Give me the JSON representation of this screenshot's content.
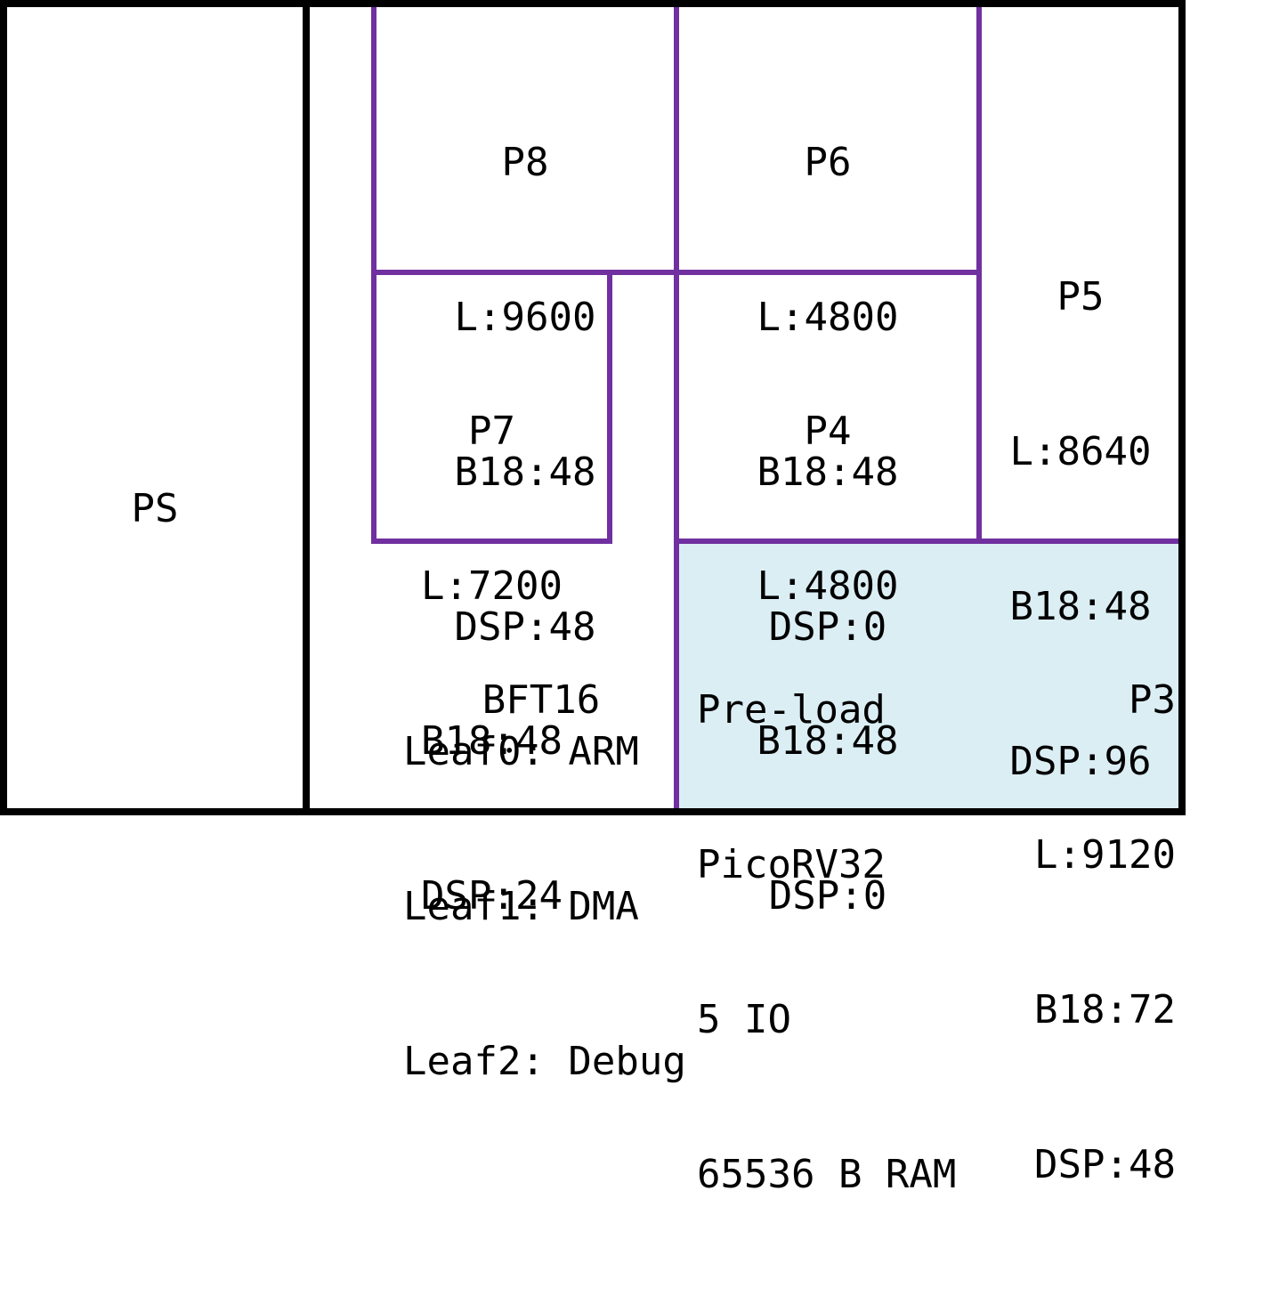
{
  "colors": {
    "outer_border": "#000000",
    "partition_border": "#7030a0",
    "p3_fill": "#dbeef4",
    "background": "#ffffff"
  },
  "ps": {
    "label": "PS"
  },
  "partitions": {
    "p8": {
      "name": "P8",
      "luts": "L:9600",
      "bram": "B18:48",
      "dsp": "DSP:48"
    },
    "p6": {
      "name": "P6",
      "luts": "L:4800",
      "bram": "B18:48",
      "dsp": "DSP:0"
    },
    "p5": {
      "name": "P5",
      "luts": "L:8640",
      "bram": "B18:48",
      "dsp": "DSP:96"
    },
    "p7": {
      "name": "P7",
      "luts": "L:7200",
      "bram": "B18:48",
      "dsp": "DSP:24"
    },
    "p4": {
      "name": "P4",
      "luts": "L:4800",
      "bram": "B18:48",
      "dsp": "DSP:0"
    },
    "p3": {
      "name": "P3",
      "luts": "L:9120",
      "bram": "B18:72",
      "dsp": "DSP:48"
    }
  },
  "bft": {
    "title": "BFT16",
    "leaf0": "Leaf0: ARM",
    "leaf1": "Leaf1: DMA",
    "leaf2": "Leaf2: Debug"
  },
  "preload": {
    "line1": "Pre-load",
    "line2": "PicoRV32",
    "line3": "5 IO",
    "line4": "65536 B RAM"
  }
}
